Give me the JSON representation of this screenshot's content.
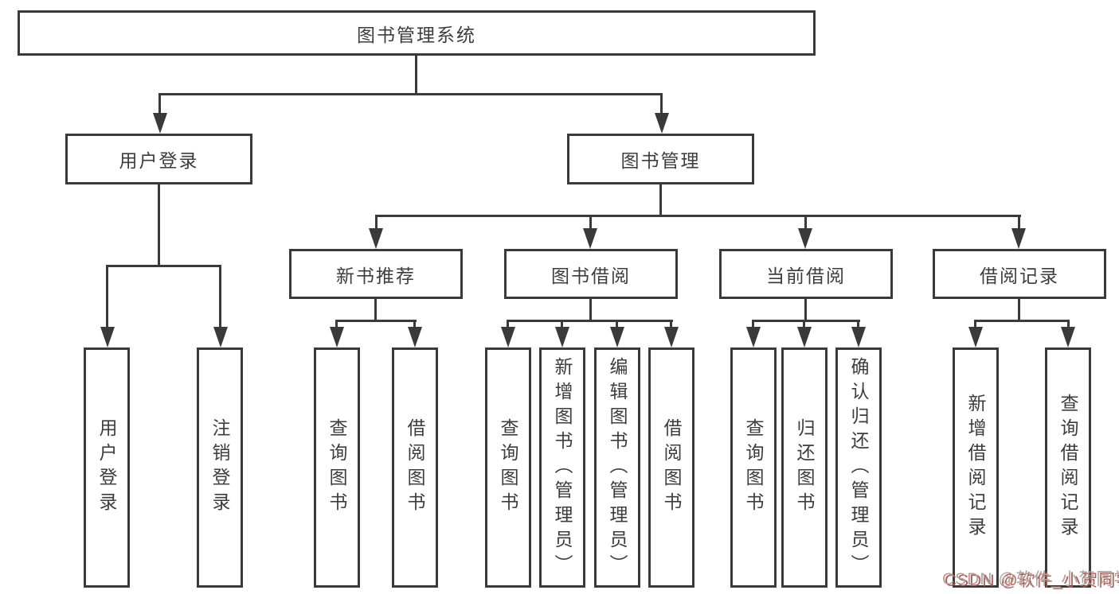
{
  "diagram": {
    "root": {
      "label": "图书管理系统"
    },
    "user_login": {
      "label": "用户登录",
      "children": [
        {
          "label": "用户登录"
        },
        {
          "label": "注销登录"
        }
      ]
    },
    "book_management": {
      "label": "图书管理",
      "sections": [
        {
          "label": "新书推荐",
          "children": [
            {
              "label": "查询图书"
            },
            {
              "label": "借阅图书"
            }
          ]
        },
        {
          "label": "图书借阅",
          "children": [
            {
              "label": "查询图书"
            },
            {
              "label": "新增图书（管理员）"
            },
            {
              "label": "编辑图书（管理员）"
            },
            {
              "label": "借阅图书"
            }
          ]
        },
        {
          "label": "当前借阅",
          "children": [
            {
              "label": "查询图书"
            },
            {
              "label": "归还图书"
            },
            {
              "label": "确认归还（管理员）"
            }
          ]
        },
        {
          "label": "借阅记录",
          "children": [
            {
              "label": "新增借阅记录"
            },
            {
              "label": "查询借阅记录"
            }
          ]
        }
      ]
    }
  },
  "watermark": {
    "label": "CSDN @软件_小贺同学"
  },
  "colors": {
    "line": "#3a3a3a",
    "text": "#3d3d3d",
    "background": "#ffffff",
    "watermark": "#a6a6a6",
    "watermark_shadow": "#c0544a"
  }
}
